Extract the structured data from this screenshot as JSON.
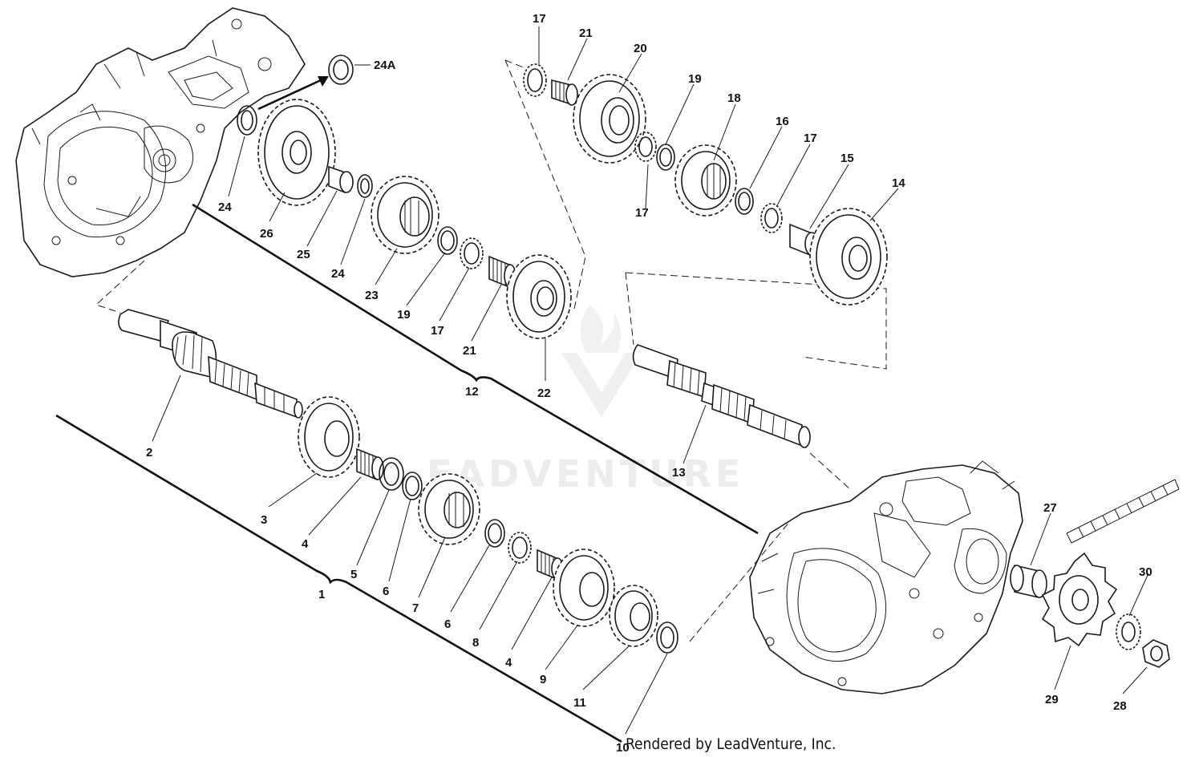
{
  "diagram": {
    "callouts": {
      "c1": "1",
      "c2": "2",
      "c3": "3",
      "c4a": "4",
      "c4b": "4",
      "c5": "5",
      "c6a": "6",
      "c6b": "6",
      "c7": "7",
      "c8": "8",
      "c9": "9",
      "c10": "10",
      "c11": "11",
      "c12": "12",
      "c13": "13",
      "c14": "14",
      "c15": "15",
      "c16": "16",
      "c17a": "17",
      "c17b": "17",
      "c17c": "17",
      "c17d": "17",
      "c18": "18",
      "c19a": "19",
      "c19b": "19",
      "c20": "20",
      "c21a": "21",
      "c21b": "21",
      "c22": "22",
      "c23": "23",
      "c24a": "24",
      "c24b": "24",
      "c24A": "24A",
      "c25": "25",
      "c26": "26",
      "c27": "27",
      "c28": "28",
      "c29": "29",
      "c30": "30"
    },
    "watermark": "EADVENTURE",
    "footer": "Rendered by LeadVenture, Inc."
  }
}
